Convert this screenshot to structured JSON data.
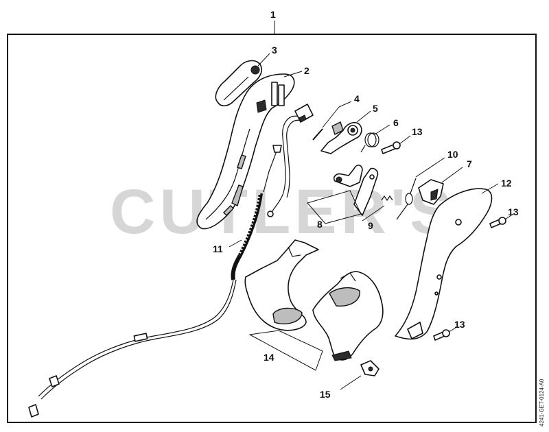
{
  "diagram": {
    "watermark": "CUTLER'S",
    "doc_ref": "4241-GET-0124-A0",
    "callouts": {
      "assembly": "1",
      "handle_molding": "2",
      "lever_cap": "3",
      "pin": "4",
      "throttle_lever": "5",
      "torsion_spring_6": "6",
      "slide": "7",
      "trigger_interlock": "8",
      "spring_9": "9",
      "torsion_spring_10": "10",
      "throttle_cable": "11",
      "handle_shell": "12",
      "screw_13_top": "13",
      "screw_13_right": "13",
      "screw_13_bottom": "13",
      "strap_bracket_set": "14",
      "screw_15": "15"
    }
  }
}
